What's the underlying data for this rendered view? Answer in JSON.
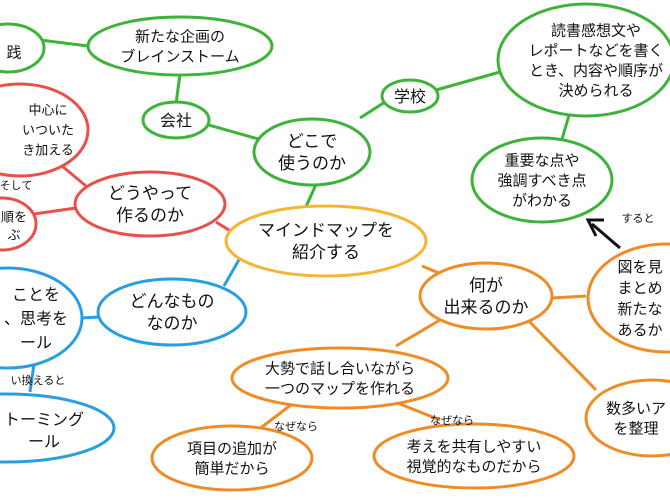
{
  "colors": {
    "green": "#3db33a",
    "orange": "#f08c25",
    "red": "#e8504a",
    "blue": "#2a9fe0",
    "yellow": "#f5b531",
    "arrow": "#111111"
  },
  "nodes": {
    "center": [
      "マインドマップを",
      "紹介する"
    ],
    "where": [
      "どこで",
      "使うのか"
    ],
    "company": [
      "会社"
    ],
    "brainstorm_plan": [
      "新たな企画の",
      "ブレインストーム"
    ],
    "practice": [
      "践"
    ],
    "school": [
      "学校"
    ],
    "report": [
      "読書感想文や",
      "レポートなどを書く",
      "とき、内容や順序が",
      "決められる"
    ],
    "important": [
      "重要な点や",
      "強調すべき点",
      "がわかる"
    ],
    "how_make": [
      "どうやって",
      "作るのか"
    ],
    "red_top": [
      "中心に",
      "いついた",
      "き加える"
    ],
    "red_bottom": [
      "順を",
      "ぶ"
    ],
    "what_kind": [
      "どんなもの",
      "なのか"
    ],
    "blue_top": [
      "ことを",
      "、思考を",
      "ール"
    ],
    "blue_bottom": [
      "トーミング",
      "ール"
    ],
    "can_do": [
      "何が",
      "出来るのか"
    ],
    "discussion": [
      "大勢で話し合いながら",
      "一つのマップを作れる"
    ],
    "add_items": [
      "項目の追加が",
      "簡単だから"
    ],
    "share": [
      "考えを共有しやすい",
      "視覚的なものだから"
    ],
    "figure": [
      "図を見",
      "まとめ",
      "新たな",
      "あるか"
    ],
    "many_ideas": [
      "数多いア",
      "を整理"
    ]
  },
  "edge_labels": {
    "soshite": "そして",
    "iikaeru": "い換えると",
    "nazenara_1": "なぜなら",
    "nazenara_2": "なぜなら",
    "suruto": "すると"
  }
}
